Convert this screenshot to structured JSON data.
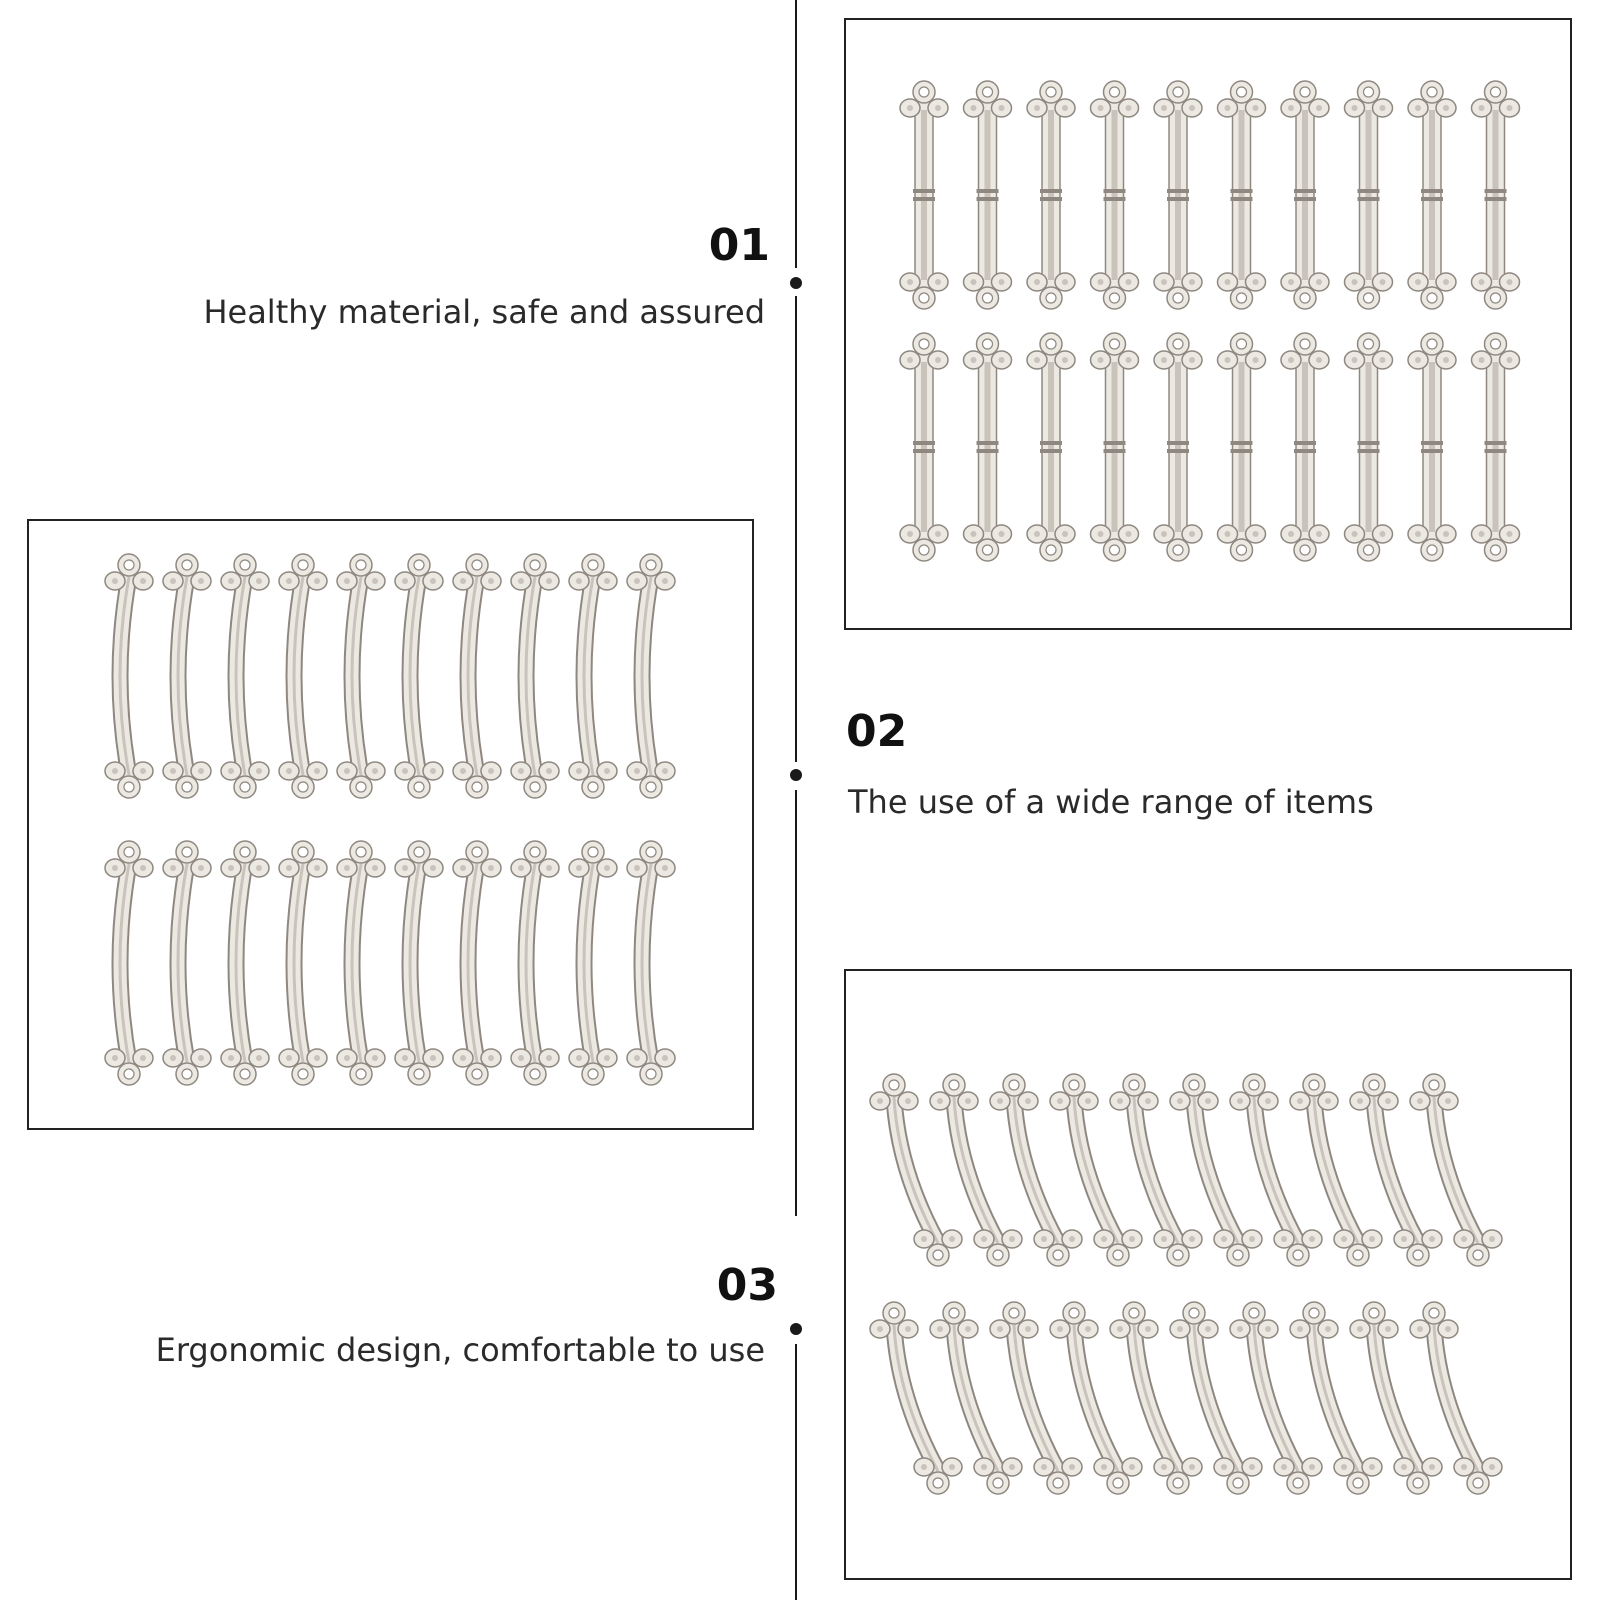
{
  "steps": [
    {
      "number": "01",
      "caption": "Healthy material, safe and assured"
    },
    {
      "number": "02",
      "caption": "The use of a wide range of items"
    },
    {
      "number": "03",
      "caption": "Ergonomic design, comfortable to use"
    }
  ],
  "photos": {
    "top_right": {
      "subject": "straight-handles",
      "rows": 2,
      "per_row": 10
    },
    "middle_left": {
      "subject": "curved-handles-front",
      "rows": 2,
      "per_row": 10
    },
    "bottom_right": {
      "subject": "curved-handles-angled",
      "rows": 2,
      "per_row": 10
    }
  },
  "colors": {
    "metal_light": "#ece8e2",
    "metal_mid": "#c9c3bb",
    "metal_dark": "#8f8880",
    "line": "#1a1a1a"
  }
}
